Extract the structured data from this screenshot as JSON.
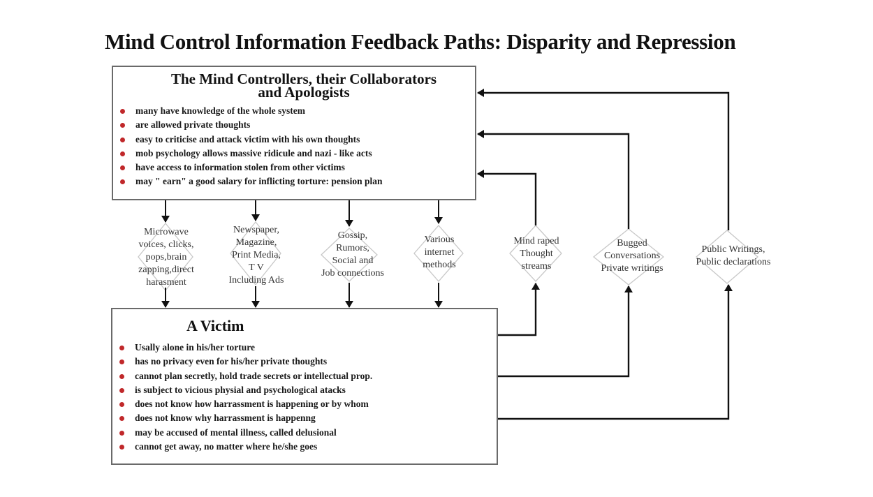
{
  "title": "Mind Control Information Feedback Paths: Disparity and Repression",
  "controllers_box": {
    "heading_line1": "The Mind Controllers, their Collaborators",
    "heading_line2": "and Apologists",
    "bullets": [
      "many have knowledge of the whole system",
      "are allowed private thoughts",
      "easy to criticise and attack victim with his own thoughts",
      "mob psychology allows massive ridicule and nazi - like acts",
      "have access to information stolen from other victims",
      "may \" earn\" a good salary for inflicting torture: pension plan"
    ]
  },
  "victim_box": {
    "heading": "A Victim",
    "bullets": [
      "Usally alone in his/her torture",
      "has no privacy even for his/her private thoughts",
      "cannot plan secretly, hold trade secrets or intellectual prop.",
      "is subject to vicious physial and psychological atacks",
      "does not know how harrassment is happening or by whom",
      "does not know why harrassment is happenng",
      "may be accused of mental illness, called delusional",
      "cannot get away, no matter where he/she goes"
    ]
  },
  "downward_paths": [
    {
      "lines": [
        "Microwave",
        "voices, clicks,",
        "pops,brain",
        "zapping,direct",
        "harasment"
      ]
    },
    {
      "lines": [
        "Newspaper,",
        "Magazine,",
        "Print Media,",
        "T V",
        "Including Ads"
      ]
    },
    {
      "lines": [
        "Gossip,",
        "Rumors,",
        "Social and",
        "Job connections"
      ]
    },
    {
      "lines": [
        "Various",
        "internet",
        "methods"
      ]
    }
  ],
  "feedback_paths": [
    {
      "lines": [
        "Mind raped",
        "Thought",
        "streams"
      ]
    },
    {
      "lines": [
        "Bugged",
        "Conversations",
        "Private writings"
      ]
    },
    {
      "lines": [
        "Public Writings,",
        "Public declarations"
      ]
    }
  ],
  "colors": {
    "bullet": "#c0282a",
    "box_border": "#6a6a6a",
    "arrow": "#111111",
    "diamond": "#c8c8c8"
  }
}
